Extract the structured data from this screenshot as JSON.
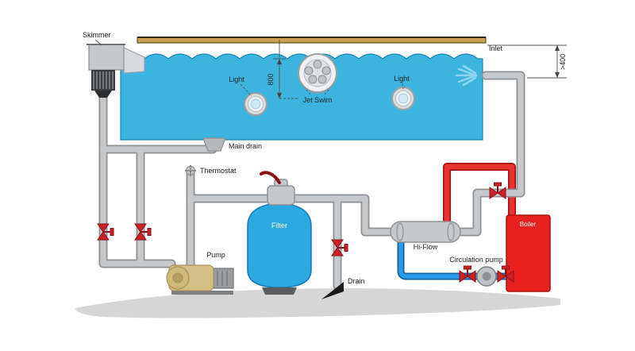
{
  "diagram": {
    "labels": {
      "skimmer": "Skimmer",
      "light_left": "Light",
      "jet_swim": "Jet Swim",
      "light_right": "Light",
      "inlet": "Inlet",
      "depth": "800",
      "inlet_depth": ">400",
      "main_drain": "Main drain",
      "thermostat": "Thermostat",
      "filter": "Filter",
      "pump": "Pump",
      "drain": "Drain",
      "hi_flow": "Hi-Flow",
      "circulation_pump": "Circulation pump",
      "boiler": "Boiler"
    },
    "colors": {
      "water": "#3cb4e0",
      "water_outline": "#1a87b5",
      "pipe": "#c6c9cc",
      "pipe_outline": "#8e9194",
      "valve": "#cc2127",
      "hot_pipe": "#e8332e",
      "hose": "#2b9de8",
      "boiler": "#e8201e",
      "filter": "#2aa9e0",
      "pump": "#d6bf85",
      "deck": "#c9a052",
      "ground": "#d6d6d6",
      "splash": "#8fd4ef"
    }
  }
}
